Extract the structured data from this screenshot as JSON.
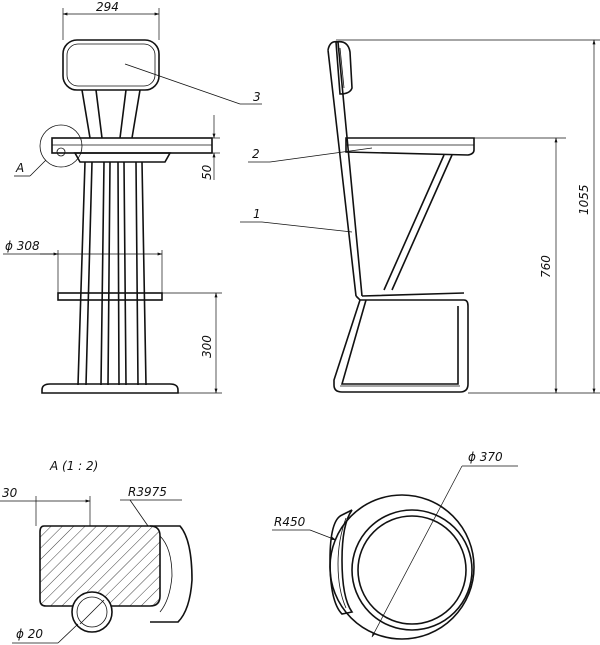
{
  "dimensions": {
    "back_width": "294",
    "seat_thickness": "50",
    "footring_diameter": "ϕ 308",
    "footring_height": "300",
    "seat_height": "760",
    "total_height": "1055",
    "top_view_diameter": "ϕ 370",
    "top_view_radius": "R450",
    "detail_offset": "30",
    "detail_radius": "R3975",
    "tube_diameter": "ϕ 20"
  },
  "callouts": {
    "detail_ref": "A",
    "part_1": "1",
    "part_2": "2",
    "part_3": "3"
  },
  "detail_title": "A (1 : 2)"
}
